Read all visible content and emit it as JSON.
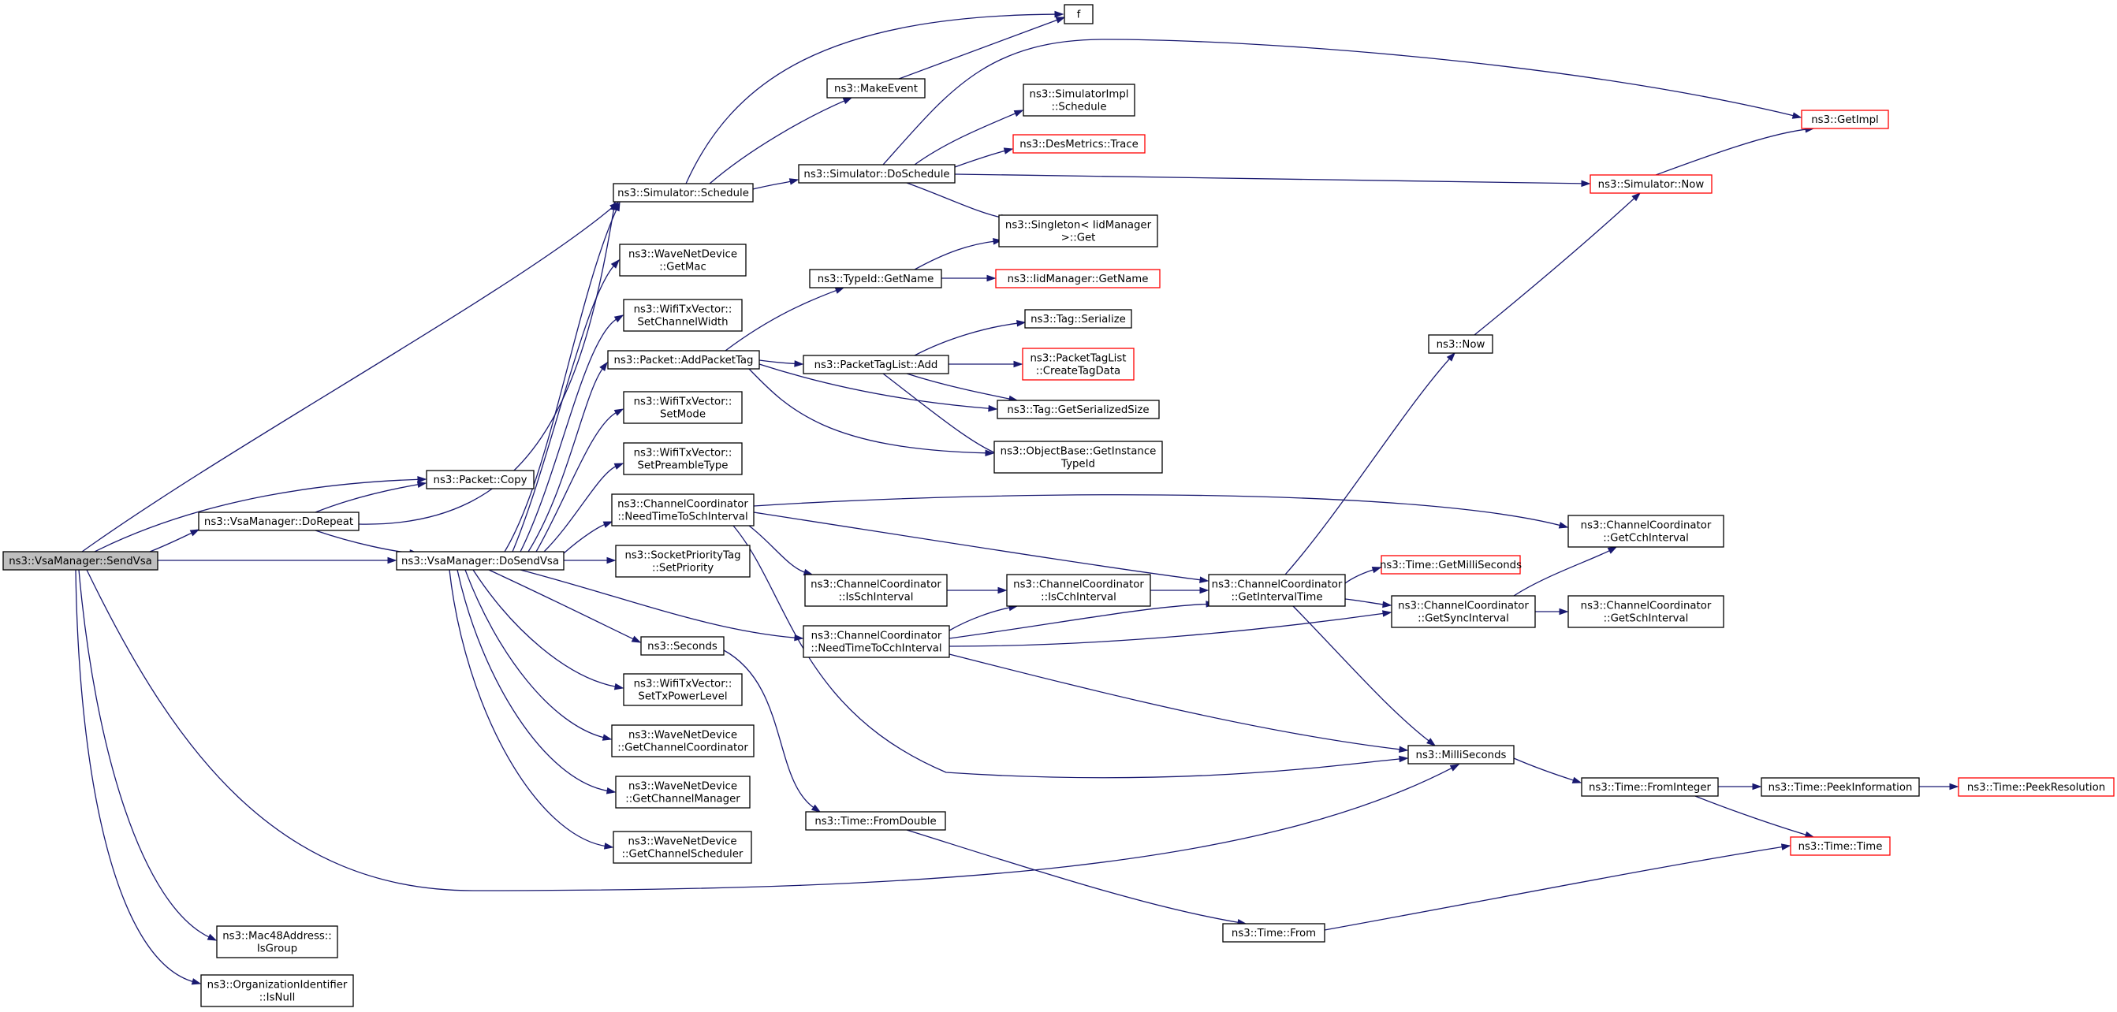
{
  "graph": {
    "type": "call-graph",
    "root": "sendvsa",
    "colors": {
      "edge": "#191970",
      "root_fill": "#bfbfbf",
      "border": "#000000",
      "external_border": "#ff0000",
      "background": "#ffffff"
    },
    "nodes": [
      {
        "id": "sendvsa",
        "lines": [
          "ns3::VsaManager::SendVsa"
        ],
        "root": true
      },
      {
        "id": "dorepeat",
        "lines": [
          "ns3::VsaManager::DoRepeat"
        ]
      },
      {
        "id": "dosendvsa",
        "lines": [
          "ns3::VsaManager::DoSendVsa"
        ]
      },
      {
        "id": "packet_copy",
        "lines": [
          "ns3::Packet::Copy"
        ]
      },
      {
        "id": "mac48_isgroup",
        "lines": [
          "ns3::Mac48Address::",
          "IsGroup"
        ]
      },
      {
        "id": "orgid_isnull",
        "lines": [
          "ns3::OrganizationIdentifier",
          "::IsNull"
        ]
      },
      {
        "id": "sim_schedule",
        "lines": [
          "ns3::Simulator::Schedule"
        ]
      },
      {
        "id": "wnd_getmac",
        "lines": [
          "ns3::WaveNetDevice",
          "::GetMac"
        ]
      },
      {
        "id": "wtx_setchannelwidth",
        "lines": [
          "ns3::WifiTxVector::",
          "SetChannelWidth"
        ]
      },
      {
        "id": "packet_addpackettag",
        "lines": [
          "ns3::Packet::AddPacketTag"
        ]
      },
      {
        "id": "wtx_setmode",
        "lines": [
          "ns3::WifiTxVector::",
          "SetMode"
        ]
      },
      {
        "id": "wtx_setpreambletype",
        "lines": [
          "ns3::WifiTxVector::",
          "SetPreambleType"
        ]
      },
      {
        "id": "cc_needtimetosch",
        "lines": [
          "ns3::ChannelCoordinator",
          "::NeedTimeToSchInterval"
        ]
      },
      {
        "id": "sockprio_setpriority",
        "lines": [
          "ns3::SocketPriorityTag",
          "::SetPriority"
        ]
      },
      {
        "id": "seconds",
        "lines": [
          "ns3::Seconds"
        ]
      },
      {
        "id": "wtx_settxpowerlevel",
        "lines": [
          "ns3::WifiTxVector::",
          "SetTxPowerLevel"
        ]
      },
      {
        "id": "wnd_getchannelcoordinator",
        "lines": [
          "ns3::WaveNetDevice",
          "::GetChannelCoordinator"
        ]
      },
      {
        "id": "wnd_getchannelmanager",
        "lines": [
          "ns3::WaveNetDevice",
          "::GetChannelManager"
        ]
      },
      {
        "id": "wnd_getchannelscheduler",
        "lines": [
          "ns3::WaveNetDevice",
          "::GetChannelScheduler"
        ]
      },
      {
        "id": "makeevent",
        "lines": [
          "ns3::MakeEvent"
        ]
      },
      {
        "id": "f",
        "lines": [
          "f"
        ]
      },
      {
        "id": "sim_doschedule",
        "lines": [
          "ns3::Simulator::DoSchedule"
        ]
      },
      {
        "id": "typeid_getname",
        "lines": [
          "ns3::TypeId::GetName"
        ]
      },
      {
        "id": "ptl_add",
        "lines": [
          "ns3::PacketTagList::Add"
        ]
      },
      {
        "id": "cc_isschinterval",
        "lines": [
          "ns3::ChannelCoordinator",
          "::IsSchInterval"
        ]
      },
      {
        "id": "cc_needtimetocch",
        "lines": [
          "ns3::ChannelCoordinator",
          "::NeedTimeToCchInterval"
        ]
      },
      {
        "id": "time_fromdouble",
        "lines": [
          "ns3::Time::FromDouble"
        ]
      },
      {
        "id": "simimpl_schedule",
        "lines": [
          "ns3::SimulatorImpl",
          "::Schedule"
        ]
      },
      {
        "id": "desmetrics_trace",
        "lines": [
          "ns3::DesMetrics::Trace"
        ],
        "external": true
      },
      {
        "id": "singleton_get",
        "lines": [
          "ns3::Singleton< IidManager",
          " >::Get"
        ]
      },
      {
        "id": "iidmanager_getname",
        "lines": [
          "ns3::IidManager::GetName"
        ],
        "external": true
      },
      {
        "id": "tag_serialize",
        "lines": [
          "ns3::Tag::Serialize"
        ]
      },
      {
        "id": "ptl_createtagdata",
        "lines": [
          "ns3::PacketTagList",
          "::CreateTagData"
        ],
        "external": true
      },
      {
        "id": "tag_getserializedsize",
        "lines": [
          "ns3::Tag::GetSerializedSize"
        ]
      },
      {
        "id": "objectbase_getinstancetypeid",
        "lines": [
          "ns3::ObjectBase::GetInstance",
          "TypeId"
        ]
      },
      {
        "id": "cc_iscchinterval",
        "lines": [
          "ns3::ChannelCoordinator",
          "::IsCchInterval"
        ]
      },
      {
        "id": "time_from",
        "lines": [
          "ns3::Time::From"
        ]
      },
      {
        "id": "getimpl",
        "lines": [
          "ns3::GetImpl"
        ],
        "external": true
      },
      {
        "id": "sim_now",
        "lines": [
          "ns3::Simulator::Now"
        ],
        "external": true
      },
      {
        "id": "now",
        "lines": [
          "ns3::Now"
        ]
      },
      {
        "id": "cc_getintervaltime",
        "lines": [
          "ns3::ChannelCoordinator",
          "::GetIntervalTime"
        ]
      },
      {
        "id": "millis",
        "lines": [
          "ns3::MilliSeconds"
        ]
      },
      {
        "id": "time_getmilliseconds",
        "lines": [
          "ns3::Time::GetMilliSeconds"
        ],
        "external": true
      },
      {
        "id": "cc_getsyncinterval",
        "lines": [
          "ns3::ChannelCoordinator",
          "::GetSyncInterval"
        ]
      },
      {
        "id": "cc_getcchinterval",
        "lines": [
          "ns3::ChannelCoordinator",
          "::GetCchInterval"
        ]
      },
      {
        "id": "cc_getschinterval",
        "lines": [
          "ns3::ChannelCoordinator",
          "::GetSchInterval"
        ]
      },
      {
        "id": "time_frominteger",
        "lines": [
          "ns3::Time::FromInteger"
        ]
      },
      {
        "id": "time_peekinformation",
        "lines": [
          "ns3::Time::PeekInformation"
        ]
      },
      {
        "id": "time_peekresolution",
        "lines": [
          "ns3::Time::PeekResolution"
        ],
        "external": true
      },
      {
        "id": "time_time",
        "lines": [
          "ns3::Time::Time"
        ],
        "external": true
      }
    ],
    "edges": [
      [
        "sendvsa",
        "sim_schedule"
      ],
      [
        "sendvsa",
        "packet_copy"
      ],
      [
        "sendvsa",
        "dorepeat"
      ],
      [
        "sendvsa",
        "dosendvsa"
      ],
      [
        "sendvsa",
        "millis"
      ],
      [
        "sendvsa",
        "mac48_isgroup"
      ],
      [
        "sendvsa",
        "orgid_isnull"
      ],
      [
        "dorepeat",
        "packet_copy"
      ],
      [
        "dorepeat",
        "dosendvsa"
      ],
      [
        "dorepeat",
        "sim_schedule"
      ],
      [
        "dosendvsa",
        "sim_schedule"
      ],
      [
        "dosendvsa",
        "wnd_getmac"
      ],
      [
        "dosendvsa",
        "wtx_setchannelwidth"
      ],
      [
        "dosendvsa",
        "packet_addpackettag"
      ],
      [
        "dosendvsa",
        "wtx_setmode"
      ],
      [
        "dosendvsa",
        "wtx_setpreambletype"
      ],
      [
        "dosendvsa",
        "cc_needtimetosch"
      ],
      [
        "dosendvsa",
        "sockprio_setpriority"
      ],
      [
        "dosendvsa",
        "cc_needtimetocch"
      ],
      [
        "dosendvsa",
        "seconds"
      ],
      [
        "dosendvsa",
        "wtx_settxpowerlevel"
      ],
      [
        "dosendvsa",
        "wnd_getchannelcoordinator"
      ],
      [
        "dosendvsa",
        "wnd_getchannelmanager"
      ],
      [
        "dosendvsa",
        "wnd_getchannelscheduler"
      ],
      [
        "sim_schedule",
        "f"
      ],
      [
        "sim_schedule",
        "makeevent"
      ],
      [
        "sim_schedule",
        "sim_doschedule"
      ],
      [
        "makeevent",
        "f"
      ],
      [
        "sim_doschedule",
        "getimpl"
      ],
      [
        "sim_doschedule",
        "simimpl_schedule"
      ],
      [
        "sim_doschedule",
        "desmetrics_trace"
      ],
      [
        "sim_doschedule",
        "sim_now"
      ],
      [
        "sim_doschedule",
        "singleton_get"
      ],
      [
        "sim_now",
        "getimpl"
      ],
      [
        "typeid_getname",
        "singleton_get"
      ],
      [
        "typeid_getname",
        "iidmanager_getname"
      ],
      [
        "packet_addpackettag",
        "typeid_getname"
      ],
      [
        "packet_addpackettag",
        "ptl_add"
      ],
      [
        "packet_addpackettag",
        "tag_getserializedsize"
      ],
      [
        "packet_addpackettag",
        "objectbase_getinstancetypeid"
      ],
      [
        "ptl_add",
        "tag_serialize"
      ],
      [
        "ptl_add",
        "ptl_createtagdata"
      ],
      [
        "ptl_add",
        "tag_getserializedsize"
      ],
      [
        "ptl_add",
        "objectbase_getinstancetypeid"
      ],
      [
        "cc_needtimetosch",
        "cc_getcchinterval"
      ],
      [
        "cc_needtimetosch",
        "cc_getintervaltime"
      ],
      [
        "cc_needtimetosch",
        "cc_isschinterval"
      ],
      [
        "cc_needtimetosch",
        "millis"
      ],
      [
        "cc_isschinterval",
        "cc_iscchinterval"
      ],
      [
        "cc_iscchinterval",
        "cc_getintervaltime"
      ],
      [
        "cc_needtimetocch",
        "cc_iscchinterval"
      ],
      [
        "cc_needtimetocch",
        "cc_getintervaltime"
      ],
      [
        "cc_needtimetocch",
        "cc_getsyncinterval"
      ],
      [
        "cc_needtimetocch",
        "millis"
      ],
      [
        "cc_getintervaltime",
        "now"
      ],
      [
        "cc_getintervaltime",
        "time_getmilliseconds"
      ],
      [
        "cc_getintervaltime",
        "cc_getsyncinterval"
      ],
      [
        "cc_getintervaltime",
        "millis"
      ],
      [
        "now",
        "sim_now"
      ],
      [
        "cc_getsyncinterval",
        "cc_getcchinterval"
      ],
      [
        "cc_getsyncinterval",
        "cc_getschinterval"
      ],
      [
        "seconds",
        "time_fromdouble"
      ],
      [
        "time_fromdouble",
        "time_from"
      ],
      [
        "time_from",
        "time_time"
      ],
      [
        "millis",
        "time_frominteger"
      ],
      [
        "time_frominteger",
        "time_peekinformation"
      ],
      [
        "time_frominteger",
        "time_time"
      ],
      [
        "time_peekinformation",
        "time_peekresolution"
      ]
    ]
  }
}
